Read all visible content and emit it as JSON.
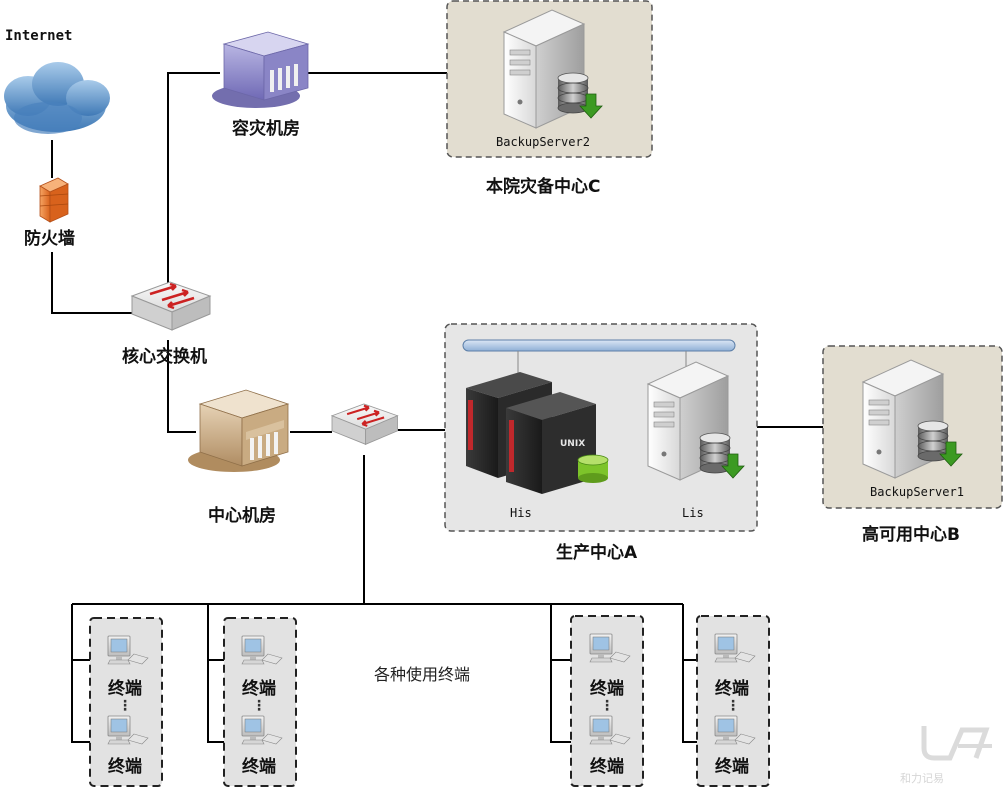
{
  "labels": {
    "internet": "Internet",
    "firewall": "防火墙",
    "dr_room": "容灾机房",
    "backup_server2": "BackupServer2",
    "dr_center_c": "本院灾备中心C",
    "core_switch": "核心交换机",
    "central_room": "中心机房",
    "unix": "UNIX",
    "his": "His",
    "lis": "Lis",
    "production_center_a": "生产中心A",
    "backup_server1": "BackupServer1",
    "ha_center_b": "高可用中心B",
    "terminals_caption": "各种使用终端",
    "terminal": "终端",
    "ellipsis": "⋮",
    "logo_text": "和力记易"
  },
  "colors": {
    "panel_tan": "#e2ddd0",
    "panel_gray": "#e6e6e6",
    "line": "#000000",
    "switch_arrow": "#cc2222",
    "firewall": "#e8782a",
    "cloud": "#6c9fcf",
    "db_green": "#4a9a2a"
  },
  "icons": {
    "cloud": "internet-cloud-icon",
    "firewall": "firewall-icon",
    "switch": "switch-icon",
    "building": "building-icon",
    "server": "server-tower-icon",
    "database": "database-icon",
    "unix_server": "unix-server-icon",
    "computer": "computer-terminal-icon"
  }
}
